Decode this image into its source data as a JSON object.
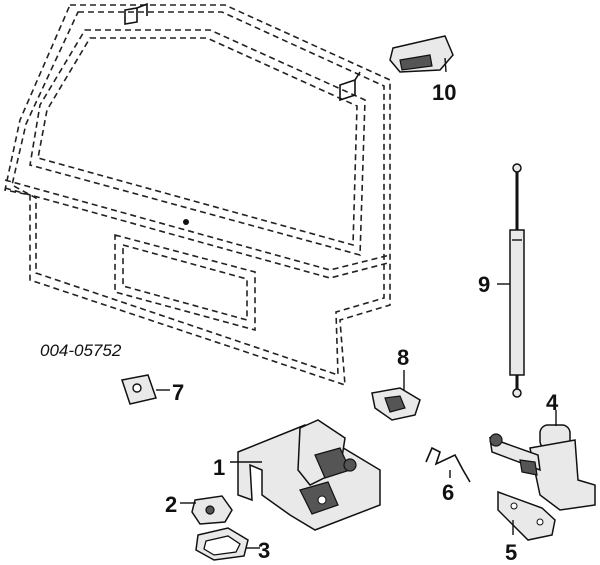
{
  "diagram": {
    "code": "004-05752",
    "callouts": [
      "1",
      "2",
      "3",
      "4",
      "5",
      "6",
      "7",
      "8",
      "9",
      "10"
    ]
  }
}
